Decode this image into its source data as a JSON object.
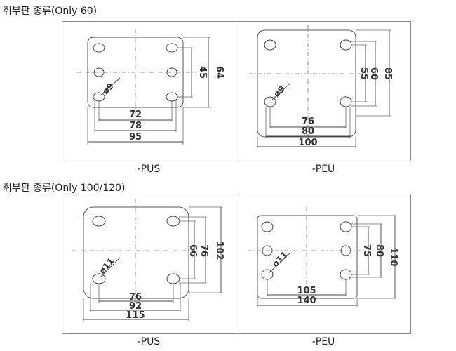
{
  "sections": [
    {
      "heading": "취부판 종류(Only 60)",
      "panels": [
        {
          "caption": "-PUS",
          "phi_label": "ø9",
          "h_dims": [
            "72",
            "78",
            "95"
          ],
          "v_dims": [
            "45",
            "64"
          ]
        },
        {
          "caption": "-PEU",
          "phi_label": "ø9",
          "h_dims": [
            "76",
            "80",
            "100"
          ],
          "v_dims": [
            "55",
            "60",
            "85"
          ]
        }
      ]
    },
    {
      "heading": "취부판 종류(Only 100/120)",
      "panels": [
        {
          "caption": "-PUS",
          "phi_label": "ø11",
          "h_dims": [
            "76",
            "92",
            "115"
          ],
          "v_dims": [
            "66",
            "76",
            "102"
          ]
        },
        {
          "caption": "-PEU",
          "phi_label": "ø11",
          "h_dims": [
            "105",
            "140"
          ],
          "v_dims": [
            "75",
            "80",
            "110"
          ]
        }
      ]
    }
  ]
}
